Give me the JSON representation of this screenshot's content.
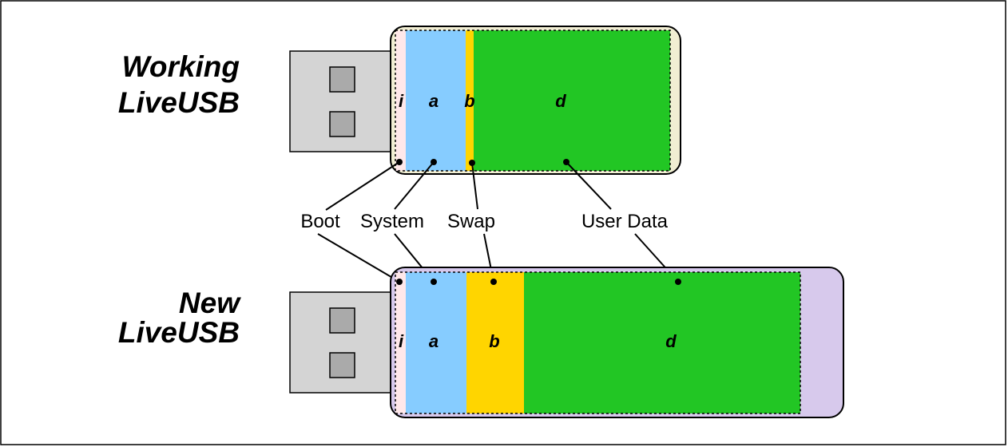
{
  "drives": {
    "working": {
      "title_line1": "Working",
      "title_line2": "LiveUSB",
      "body_color": "#f1eed3",
      "partitions": [
        {
          "label": "i",
          "color": "#ffe8ea"
        },
        {
          "label": "a",
          "color": "#86ccff"
        },
        {
          "label": "b",
          "color": "#ffd500"
        },
        {
          "label": "d",
          "color": "#22c624"
        }
      ]
    },
    "new": {
      "title_line1": "New",
      "title_line2": "LiveUSB",
      "body_color": "#d7c9ec",
      "partitions": [
        {
          "label": "i",
          "color": "#ffe8ea"
        },
        {
          "label": "a",
          "color": "#86ccff"
        },
        {
          "label": "b",
          "color": "#ffd500"
        },
        {
          "label": "d",
          "color": "#22c624"
        }
      ]
    }
  },
  "callouts": {
    "boot": "Boot",
    "system": "System",
    "swap": "Swap",
    "user_data": "User Data"
  },
  "colors": {
    "connector": "#d4d4d4",
    "connector_pad": "#aaaaaa",
    "frame": "#000000"
  }
}
